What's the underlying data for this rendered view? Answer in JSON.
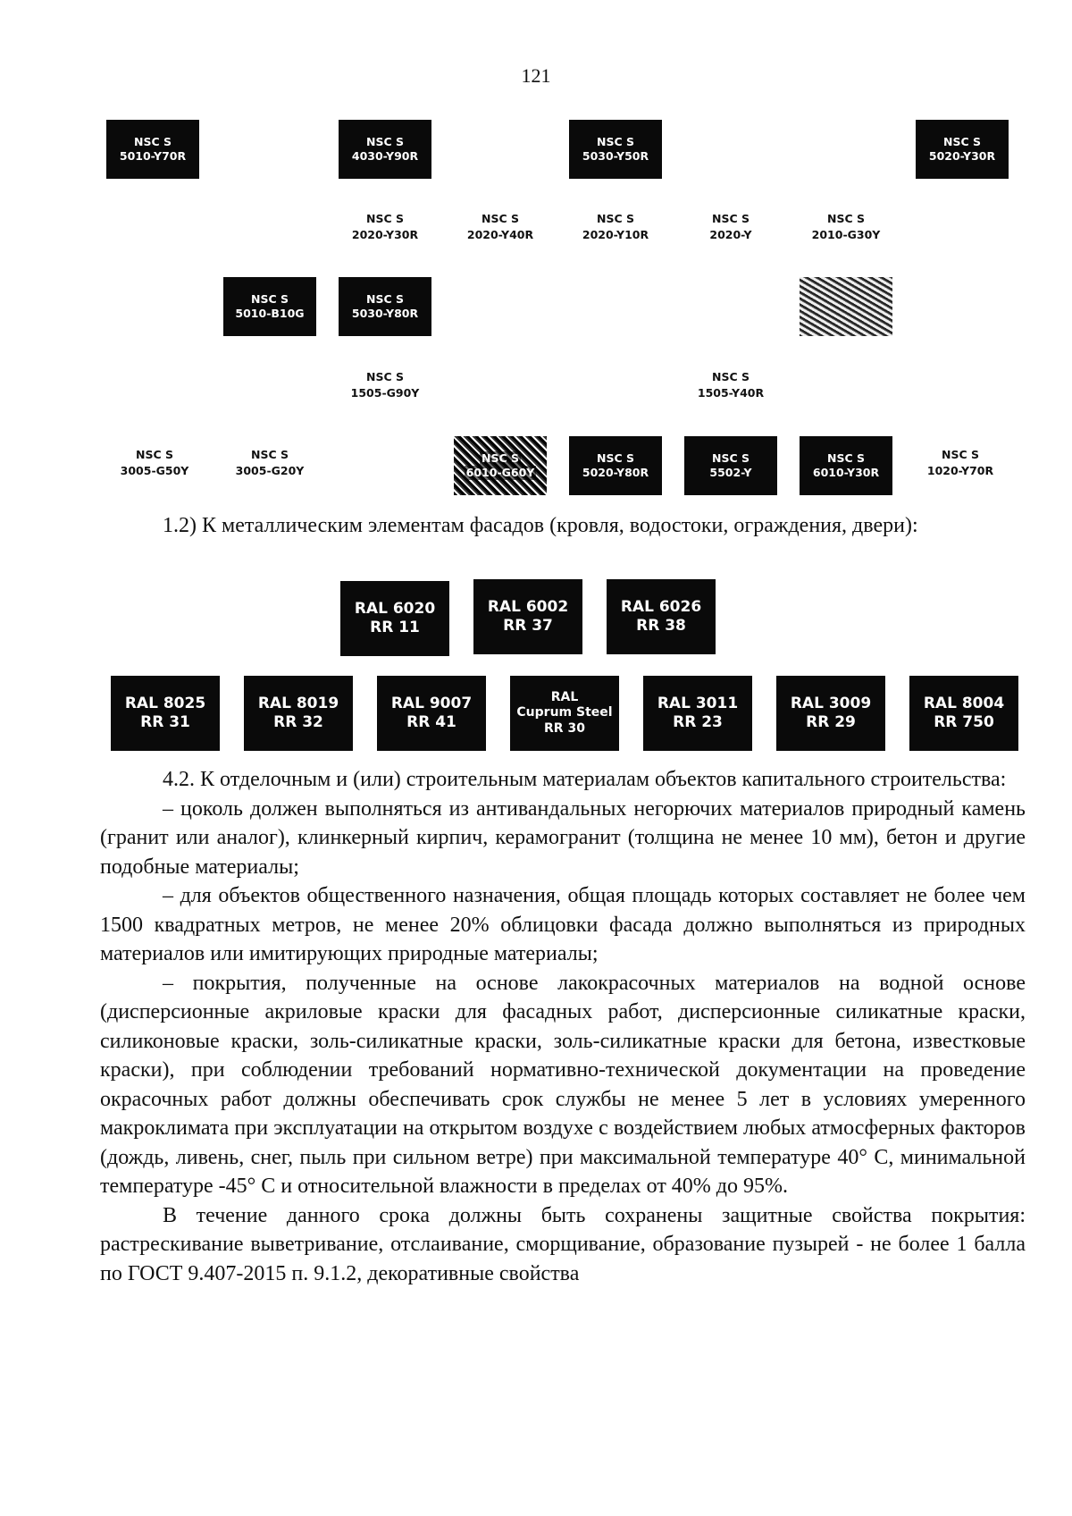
{
  "page_number": "121",
  "nsc_row1": [
    {
      "l1": "NSC S",
      "l2": "5010-Y70R"
    },
    {
      "l1": "NSC S",
      "l2": "4030-Y90R"
    },
    {
      "l1": "NSC S",
      "l2": "5030-Y50R"
    },
    {
      "l1": "NSC S",
      "l2": "5020-Y30R"
    }
  ],
  "nsc_labels_row2": [
    {
      "l1": "NSC S",
      "l2": "2020-Y30R"
    },
    {
      "l1": "NSC S",
      "l2": "2020-Y40R"
    },
    {
      "l1": "NSC S",
      "l2": "2020-Y10R"
    },
    {
      "l1": "NSC S",
      "l2": "2020-Y"
    },
    {
      "l1": "NSC S",
      "l2": "2010-G30Y"
    }
  ],
  "nsc_row3": [
    {
      "l1": "NSC S",
      "l2": "5010-B10G"
    },
    {
      "l1": "NSC S",
      "l2": "5030-Y80R"
    }
  ],
  "nsc_labels_row4": [
    {
      "l1": "NSC S",
      "l2": "1505-G90Y"
    },
    {
      "l1": "NSC S",
      "l2": "1505-Y40R"
    }
  ],
  "nsc_row5_labels": [
    {
      "l1": "NSC S",
      "l2": "3005-G50Y"
    },
    {
      "l1": "NSC S",
      "l2": "3005-G20Y"
    },
    {
      "l1": "NSC S",
      "l2": "1020-Y70R"
    }
  ],
  "nsc_row5_swatches": [
    {
      "l1": "NSC S",
      "l2": "6010-G60Y"
    },
    {
      "l1": "NSC S",
      "l2": "5020-Y80R"
    },
    {
      "l1": "NSC S",
      "l2": "5502-Y"
    },
    {
      "l1": "NSC S",
      "l2": "6010-Y30R"
    }
  ],
  "section_1_2": "1.2) К металлическим элементам фасадов (кровля, водостоки, ограждения, двери):",
  "ral_row1": [
    {
      "l1": "RAL 6020",
      "l2": "RR 11"
    },
    {
      "l1": "RAL 6002",
      "l2": "RR 37"
    },
    {
      "l1": "RAL 6026",
      "l2": "RR 38"
    }
  ],
  "ral_row2": [
    {
      "l1": "RAL 8025",
      "l2": "RR 31"
    },
    {
      "l1": "RAL 8019",
      "l2": "RR 32"
    },
    {
      "l1": "RAL 9007",
      "l2": "RR 41"
    },
    {
      "l1": "RAL 3011",
      "l2": "RR 23"
    },
    {
      "l1": "RAL 3009",
      "l2": "RR 29"
    },
    {
      "l1": "RAL 8004",
      "l2": "RR 750"
    }
  ],
  "ral_cuprum": {
    "l1": "RAL",
    "l2": "Cuprum Steel",
    "l3": "RR 30"
  },
  "para_4_2": "4.2. К отделочным и (или) строительным материалам объектов капитального строительства:",
  "bullet_1": "– цоколь должен выполняться из антивандальных негорючих материалов природный камень (гранит или аналог), клинкерный кирпич, керамогранит (толщина не менее 10 мм), бетон и другие подобные материалы;",
  "bullet_2": "– для объектов общественного назначения, общая площадь которых составляет не более чем 1500 квадратных метров, не менее 20% облицовки фасада должно выполняться из природных материалов или имитирующих природные материалы;",
  "bullet_3": "– покрытия, полученные на основе лакокрасочных материалов на водной основе (дисперсионные акриловые краски для фасадных работ, дисперсионные силикатные краски, силиконовые краски, золь-силикатные краски, золь-силикатные краски для бетона, известковые краски), при соблюдении требований нормативно-технической документации на проведение окрасочных работ должны обеспечивать срок службы не менее 5 лет в условиях умеренного макроклимата при эксплуатации на открытом воздухе с воздействием любых атмосферных факторов (дождь, ливень, снег, пыль при сильном ветре) при максимальной температуре 40° С, минимальной температуре -45° С и относительной влажности в пределах от 40% до 95%.",
  "para_last": "В течение данного срока должны быть сохранены защитные свойства покрытия: растрескивание выветривание, отслаивание, сморщивание, образование пузырей - не более 1 балла по ГОСТ 9.407-2015 п. 9.1.2, декоративные свойства"
}
